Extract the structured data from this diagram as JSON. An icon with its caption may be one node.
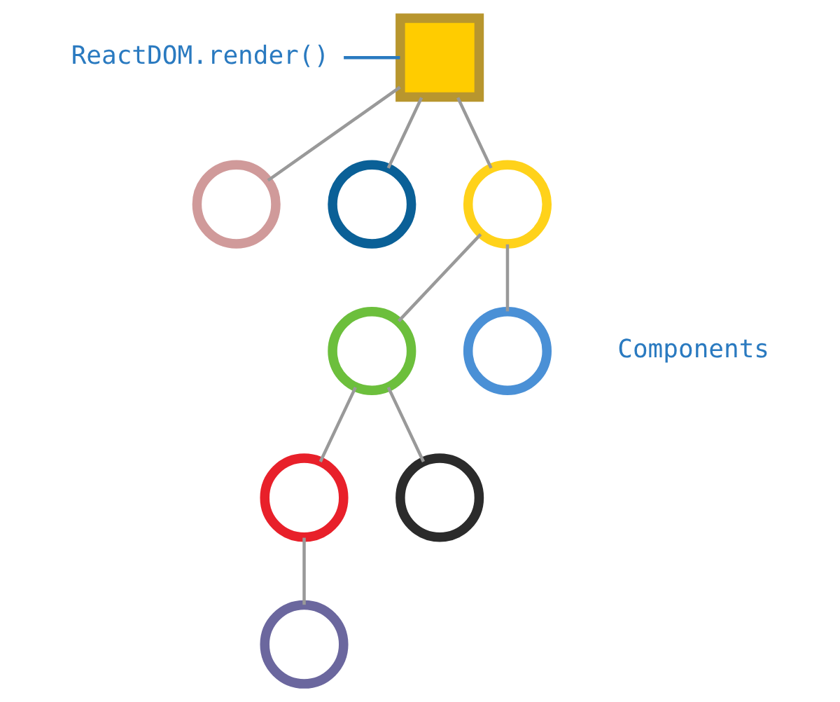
{
  "diagram": {
    "nodes": [
      {
        "text": [],
        "shape": "box"
      },
      {
        "text": [],
        "shape": "circle"
      },
      {
        "text": [],
        "shape": "circle"
      },
      {
        "text": [],
        "shape": "circle"
      },
      {
        "text": [],
        "shape": "circle"
      },
      {
        "text": [],
        "shape": "circle"
      },
      {
        "text": [],
        "shape": "circle"
      },
      {
        "text": [],
        "shape": "circle"
      },
      {
        "text": [],
        "shape": "circle"
      },
      {
        "text": [
          "ReactDOM.render()"
        ]
      }
    ],
    "edges": [
      {
        "from": 0,
        "to": 1,
        "arrow": "none"
      },
      {
        "from": 0,
        "to": 2,
        "arrow": "none"
      },
      {
        "from": 0,
        "to": 3,
        "arrow": "none"
      },
      {
        "from": 3,
        "to": 4,
        "arrow": "none"
      },
      {
        "from": 3,
        "to": 5,
        "arrow": "none"
      },
      {
        "from": 4,
        "to": 6,
        "arrow": "none"
      },
      {
        "from": 4,
        "to": 7,
        "arrow": "none"
      },
      {
        "from": 6,
        "to": 8,
        "arrow": "none"
      },
      {
        "from": 9,
        "to": 0,
        "arrow": "none",
        "color": "#2a7ac0"
      }
    ],
    "labels": [
      "Components"
    ]
  }
}
